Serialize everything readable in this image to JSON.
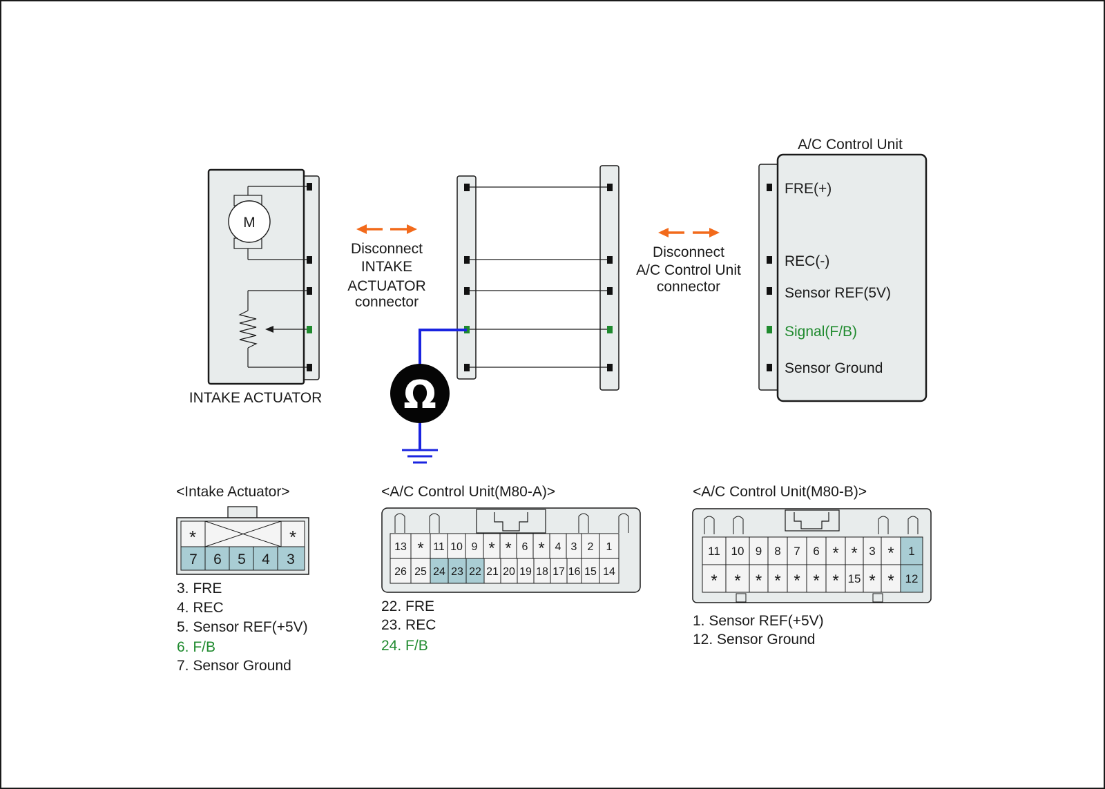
{
  "colors": {
    "ink": "#1a1a1a",
    "box_fill": "#e8ecec",
    "highlight_fill": "#a9cdd4",
    "signal_green": "#1f8a2e",
    "arrow_orange": "#f26a1b",
    "meter_wire_blue": "#1a24e0"
  },
  "actuator": {
    "motor_label": "M",
    "caption": "INTAKE ACTUATOR"
  },
  "meter": {
    "symbol": "Ω",
    "icon": "ohmmeter-icon"
  },
  "disconnect_left": {
    "lines": [
      "Disconnect",
      "INTAKE",
      "ACTUATOR",
      "connector"
    ]
  },
  "disconnect_right": {
    "lines": [
      "Disconnect",
      "A/C Control Unit",
      "connector"
    ]
  },
  "control_unit": {
    "title": "A/C Control Unit",
    "terminals": [
      "FRE(+)",
      "REC(-)",
      "Sensor REF(5V)",
      "Signal(F/B)",
      "Sensor Ground"
    ]
  },
  "connectors": {
    "intake": {
      "title": "<Intake Actuator>",
      "top_row": [
        "*",
        "",
        "*"
      ],
      "bottom_row": [
        "7",
        "6",
        "5",
        "4",
        "3"
      ],
      "legend": [
        "3. FRE",
        "4. REC",
        "5. Sensor REF(+5V)",
        "6. F/B",
        "7. Sensor Ground"
      ]
    },
    "m80a": {
      "title": "<A/C Control Unit(M80-A)>",
      "top_row": [
        "13",
        "*",
        "11",
        "10",
        "9",
        "*",
        "*",
        "6",
        "*",
        "4",
        "3",
        "2",
        "1"
      ],
      "bottom_row": [
        "26",
        "25",
        "24",
        "23",
        "22",
        "21",
        "20",
        "19",
        "18",
        "17",
        "16",
        "15",
        "14"
      ],
      "legend": [
        "22. FRE",
        "23. REC",
        "24. F/B"
      ]
    },
    "m80b": {
      "title": "<A/C Control Unit(M80-B)>",
      "top_row": [
        "11",
        "10",
        "9",
        "8",
        "7",
        "6",
        "*",
        "*",
        "3",
        "*",
        "1"
      ],
      "bottom_row": [
        "*",
        "*",
        "*",
        "*",
        "*",
        "*",
        "*",
        "15",
        "*",
        "*",
        "12"
      ],
      "legend": [
        "1. Sensor REF(+5V)",
        "12. Sensor Ground"
      ]
    }
  }
}
